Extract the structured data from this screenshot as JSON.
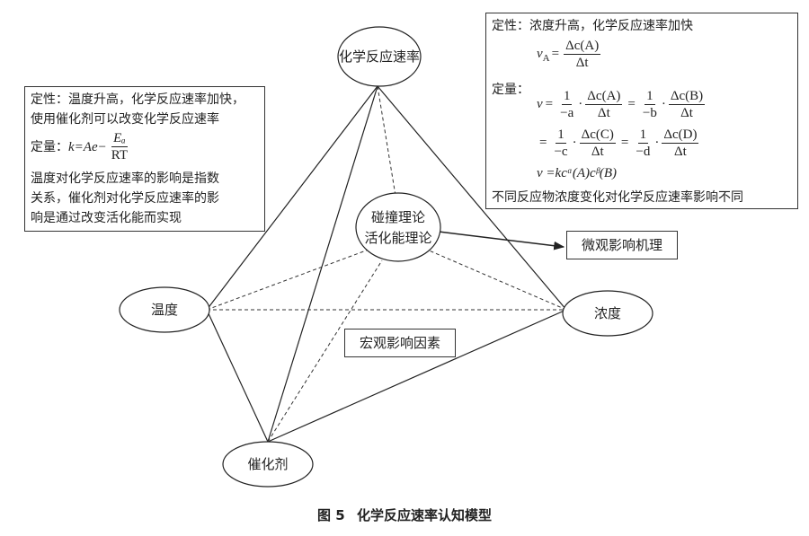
{
  "nodes": {
    "top": "化学反应速率",
    "center_line1": "碰撞理论",
    "center_line2": "活化能理论",
    "left": "温度",
    "right": "浓度",
    "bottom": "催化剂"
  },
  "labels": {
    "micro": "微观影响机理",
    "macro": "宏观影响因素"
  },
  "temperature_box": {
    "line1": "定性：温度升高，化学反应速率加快，",
    "line2": "使用催化剂可以改变化学反应速率",
    "quant_label": "定量：",
    "formula_k": "k=Ae−",
    "formula_num": "Eₐ",
    "formula_den": "RT",
    "line4": "温度对化学反应速率的影响是指数",
    "line5": "关系，催化剂对化学反应速率的影",
    "line6": "响是通过改变活化能而实现"
  },
  "concentration_box": {
    "qual": "定性：浓度升高，化学反应速率加快",
    "vA": "v",
    "vA_sub": "A",
    "eq": "=",
    "frac_A_num": "Δc(A)",
    "frac_dt": "Δt",
    "quant_label": "定量：",
    "v": "v",
    "dot": "·",
    "one": "1",
    "minus_a": "−a",
    "minus_b": "−b",
    "minus_c": "−c",
    "minus_d": "−d",
    "frac_B_num": "Δc(B)",
    "frac_C_num": "Δc(C)",
    "frac_D_num": "Δc(D)",
    "rate_law": "v =kcᵅ(A)cᵝ(B)",
    "footer": "不同反应物浓度变化对化学反应速率影响不同"
  },
  "caption": {
    "fig": "图 5",
    "title": "化学反应速率认知模型"
  }
}
